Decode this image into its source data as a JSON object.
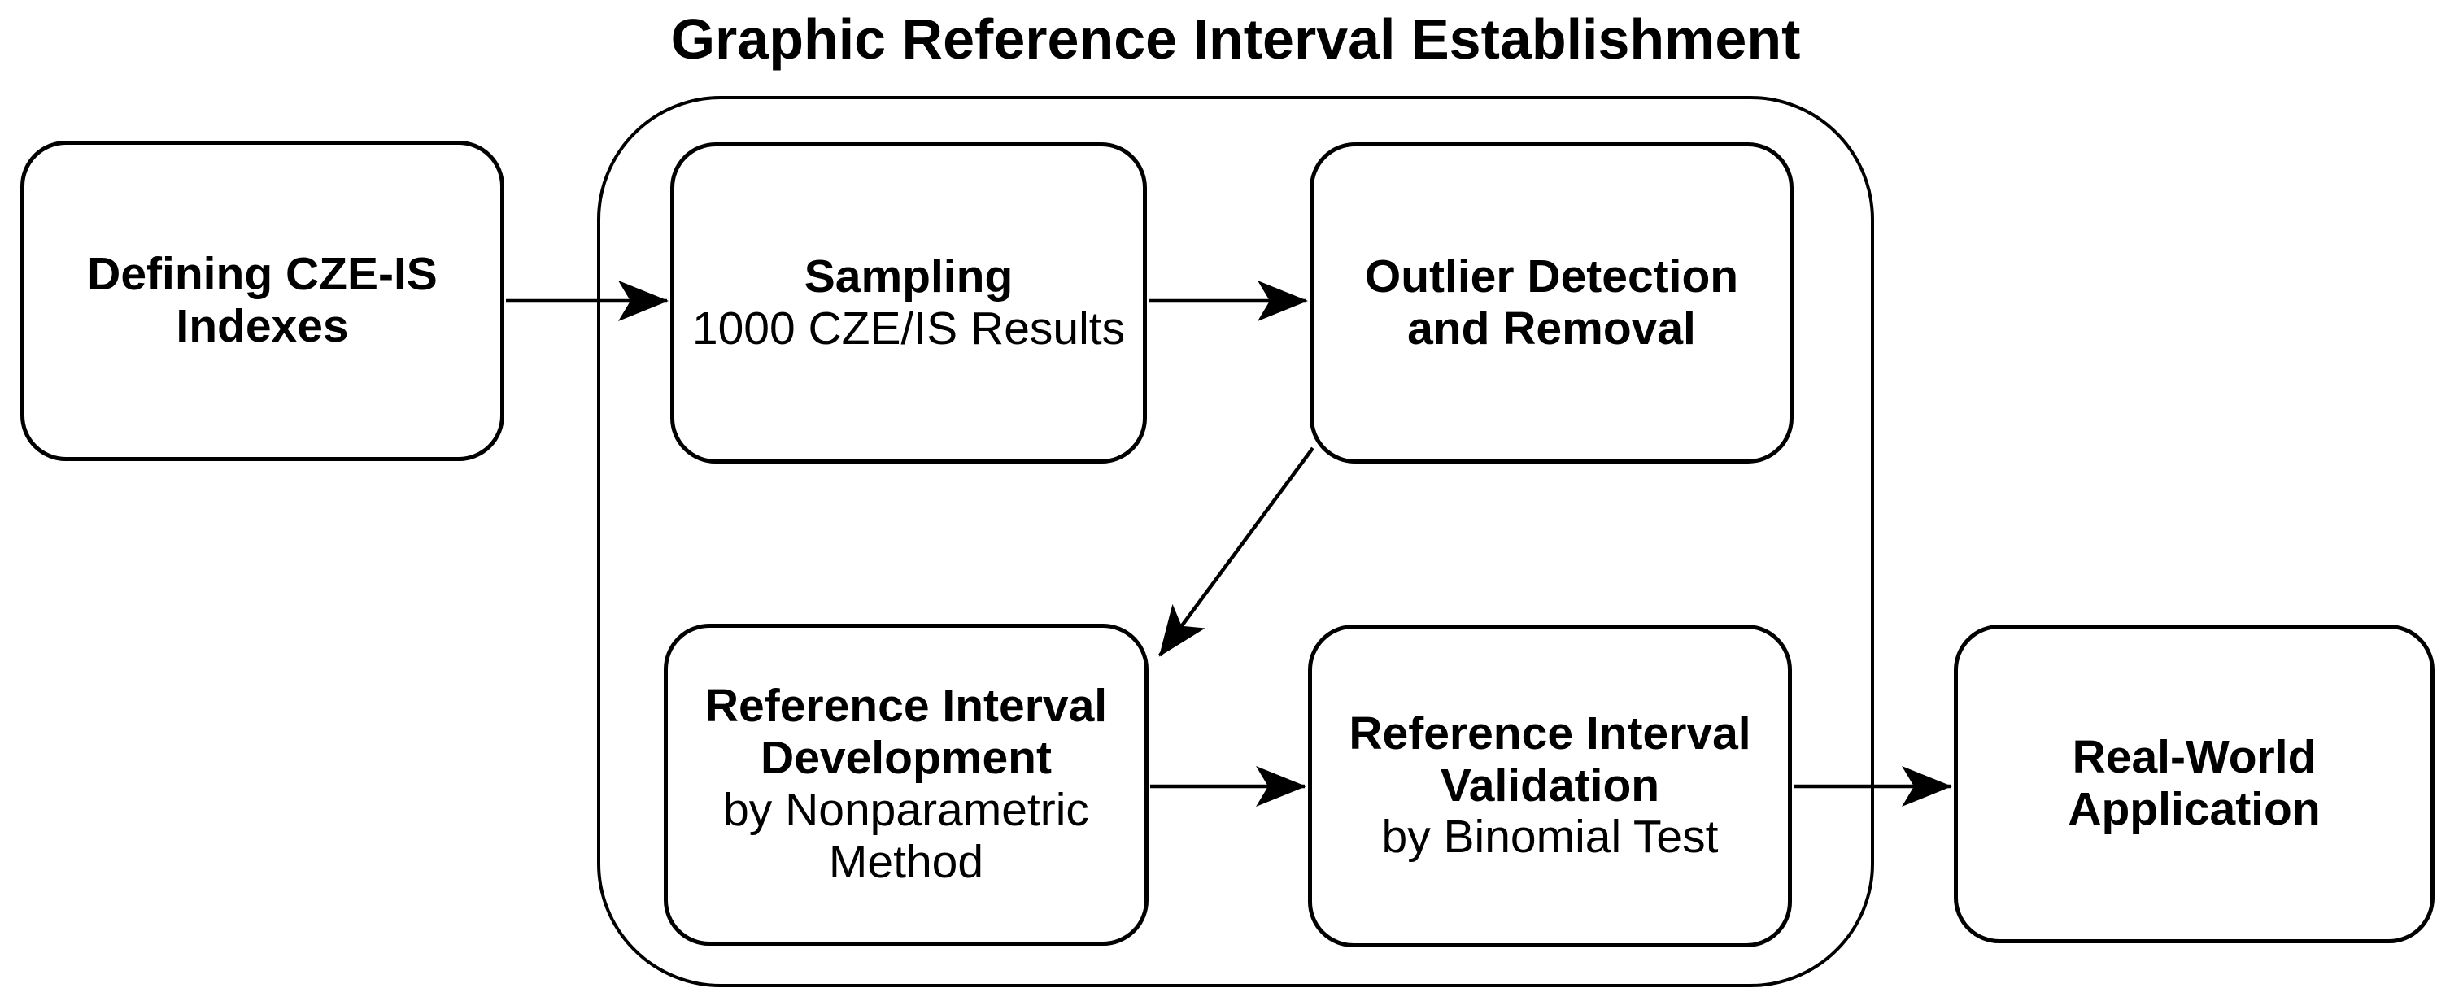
{
  "diagram": {
    "title": "Graphic Reference Interval Establishment",
    "nodes": {
      "defining_cze_is_indexes": {
        "bold": "Defining CZE-IS\nIndexes",
        "regular": ""
      },
      "sampling": {
        "bold": "Sampling",
        "regular": "1000 CZE/IS Results"
      },
      "outlier_detection": {
        "bold": "Outlier Detection\nand Removal",
        "regular": ""
      },
      "ri_development": {
        "bold": "Reference Interval\nDevelopment",
        "regular": "by Nonparametric\nMethod"
      },
      "ri_validation": {
        "bold": "Reference Interval\nValidation",
        "regular": "by Binomial Test"
      },
      "real_world_application": {
        "bold": "Real-World\nApplication",
        "regular": ""
      }
    },
    "edges": [
      {
        "from": "defining_cze_is_indexes",
        "to": "sampling"
      },
      {
        "from": "sampling",
        "to": "outlier_detection"
      },
      {
        "from": "outlier_detection",
        "to": "ri_development"
      },
      {
        "from": "ri_development",
        "to": "ri_validation"
      },
      {
        "from": "ri_validation",
        "to": "real_world_application"
      }
    ],
    "group": {
      "label": "Graphic Reference Interval Establishment",
      "members": [
        "sampling",
        "outlier_detection",
        "ri_development",
        "ri_validation"
      ]
    },
    "colors": {
      "background": "#ffffff",
      "stroke": "#000000",
      "text": "#000000"
    }
  }
}
